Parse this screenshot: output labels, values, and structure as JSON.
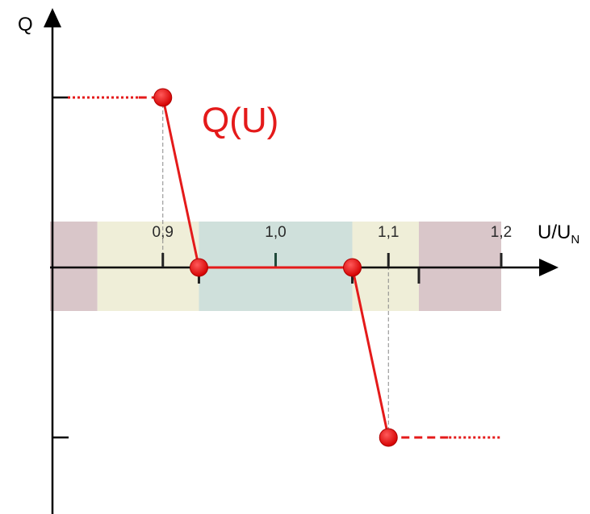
{
  "chart_data": {
    "type": "line",
    "title": "Q(U)",
    "xlabel": "U/U",
    "xlabel_subscript": "N",
    "ylabel": "Q",
    "x_ticks": [
      "0,9",
      "1,0",
      "1,1",
      "1,2"
    ],
    "x_tick_values": [
      0.9,
      1.0,
      1.1,
      1.2
    ],
    "xlim": [
      0.8,
      1.2
    ],
    "ylim": [
      -1,
      1
    ],
    "series": [
      {
        "points": [
          {
            "x": 0.9,
            "y": 1.0
          },
          {
            "x": 0.932,
            "y": 0.0
          },
          {
            "x": 1.068,
            "y": 0.0
          },
          {
            "x": 1.1,
            "y": -1.0
          }
        ],
        "color": "#e41a1a"
      }
    ],
    "extensions": [
      {
        "from_x": 0.8,
        "to_x": 0.9,
        "y": 1.0,
        "style": "dashed"
      },
      {
        "from_x": 1.1,
        "to_x": 1.2,
        "y": -1.0,
        "style": "dashed"
      }
    ],
    "bands": [
      {
        "from_x": 0.8,
        "to_x": 0.842,
        "color": "#d9c6c9"
      },
      {
        "from_x": 0.842,
        "to_x": 0.932,
        "color": "#efeed8"
      },
      {
        "from_x": 0.932,
        "to_x": 1.068,
        "color": "#cfe0db"
      },
      {
        "from_x": 1.068,
        "to_x": 1.127,
        "color": "#efeed8"
      },
      {
        "from_x": 1.127,
        "to_x": 1.2,
        "color": "#d9c6c9"
      }
    ],
    "colors": {
      "curve": "#e41a1a",
      "axis": "#000000",
      "guide": "#888888"
    }
  }
}
